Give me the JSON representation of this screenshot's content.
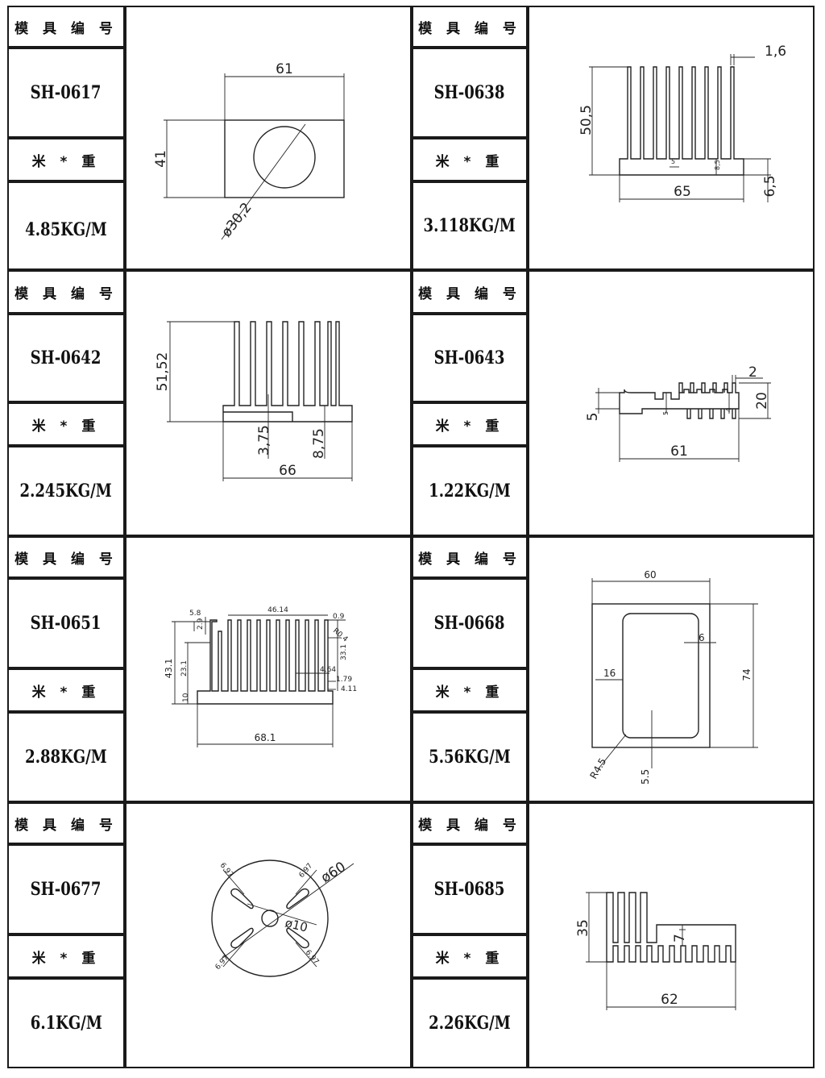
{
  "header_label": "模 具 编 号",
  "weight_label": "米 * 重",
  "items": [
    {
      "code": "SH-0617",
      "weight": "4.85KG/M",
      "dims": [
        "61",
        "41",
        "ø30,2"
      ]
    },
    {
      "code": "SH-0638",
      "weight": "3.118KG/M",
      "dims": [
        "1,6",
        "50,5",
        "5",
        "8,5",
        "65",
        "6,5"
      ]
    },
    {
      "code": "SH-0642",
      "weight": "2.245KG/M",
      "dims": [
        "51,52",
        "3,75",
        "8,75",
        "66"
      ]
    },
    {
      "code": "SH-0643",
      "weight": "1.22KG/M",
      "dims": [
        "2",
        "5",
        "5",
        "4",
        "20",
        "61"
      ]
    },
    {
      "code": "SH-0651",
      "weight": "2.88KG/M",
      "dims": [
        "5.8",
        "2.9",
        "46.14",
        "0.9",
        "R0.4",
        "33.1",
        "43.1",
        "23.1",
        "4.64",
        "1.79",
        "4.11",
        "10",
        "68.1"
      ]
    },
    {
      "code": "SH-0668",
      "weight": "5.56KG/M",
      "dims": [
        "60",
        "6",
        "16",
        "74",
        "R4.5",
        "5.5"
      ]
    },
    {
      "code": "SH-0677",
      "weight": "6.1KG/M",
      "dims": [
        "6.97",
        "6.97",
        "ø60",
        "ø10",
        "6.97",
        "6.97"
      ]
    },
    {
      "code": "SH-0685",
      "weight": "2.26KG/M",
      "dims": [
        "35",
        "7",
        "62"
      ]
    }
  ]
}
